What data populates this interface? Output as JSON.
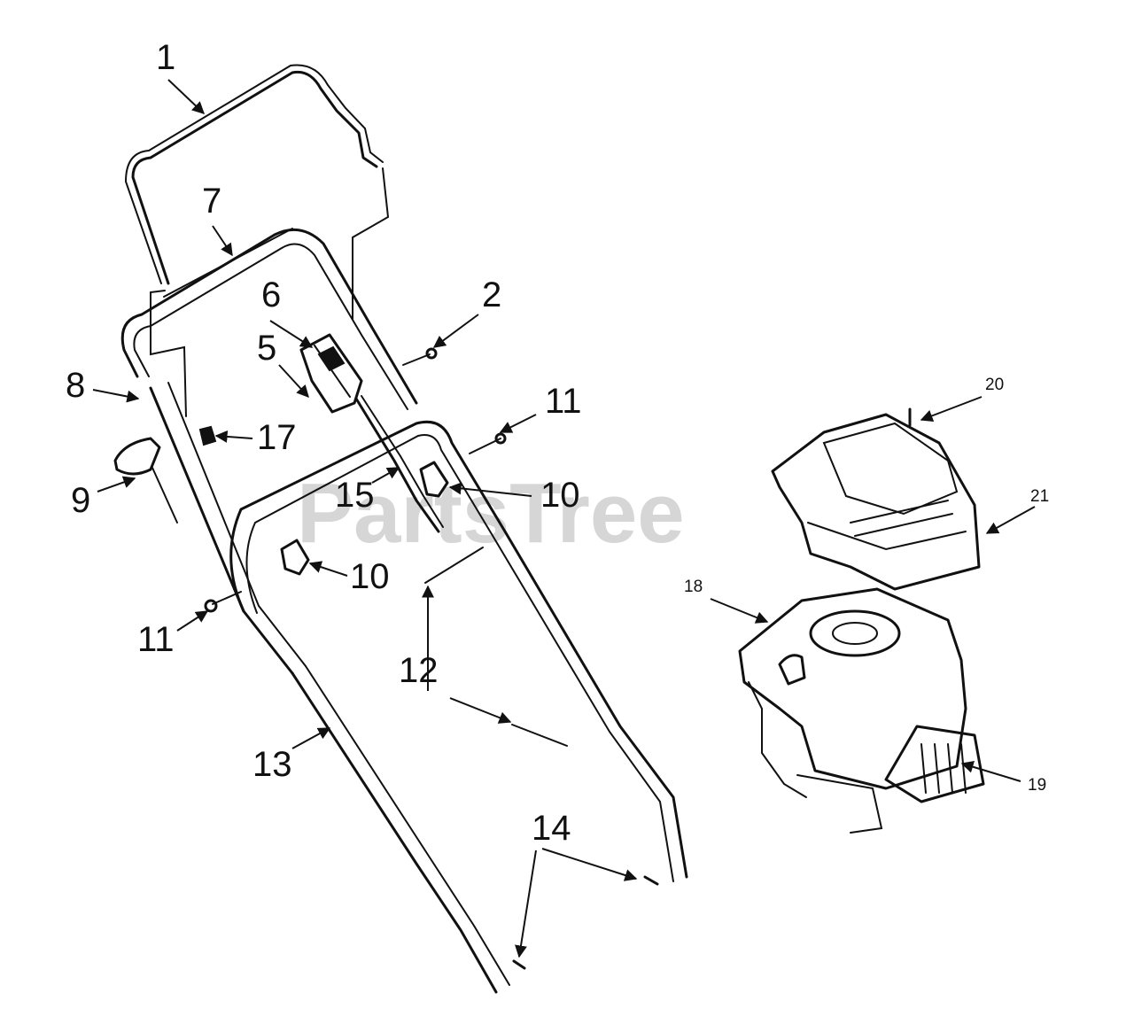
{
  "watermark": "PartsTree",
  "callouts": {
    "c1": "1",
    "c2": "2",
    "c5": "5",
    "c6": "6",
    "c7": "7",
    "c8": "8",
    "c9": "9",
    "c10a": "10",
    "c10b": "10",
    "c11a": "11",
    "c11b": "11",
    "c12": "12",
    "c13": "13",
    "c14": "14",
    "c15": "15",
    "c17": "17",
    "c18": "18",
    "c19": "19",
    "c20": "20",
    "c21": "21"
  }
}
